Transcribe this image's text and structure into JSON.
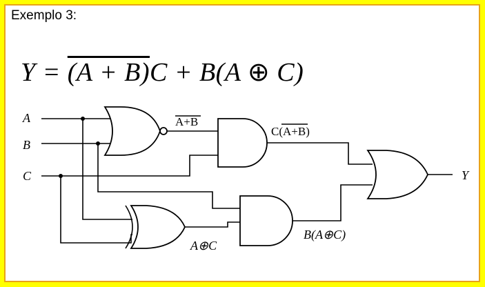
{
  "heading": "Exemplo 3:",
  "formula": {
    "lhs": "Y = ",
    "term1_overline": "(A + B)",
    "term1_rest": "C + B(A ",
    "xor_symbol": "⊕",
    "term2_rest": " C)"
  },
  "circuit": {
    "inputs": {
      "a": "A",
      "b": "B",
      "c": "C"
    },
    "output": "Y",
    "labels": {
      "nor_out": "A+B",
      "and1_out_prefix": "C(",
      "and1_out_overline": "A+B",
      "and1_out_suffix": ")",
      "xor_out": "A⊕C",
      "and2_out": "B(A⊕C)"
    }
  },
  "colors": {
    "background": "#ffff00",
    "frame_border": "#e8a317"
  }
}
